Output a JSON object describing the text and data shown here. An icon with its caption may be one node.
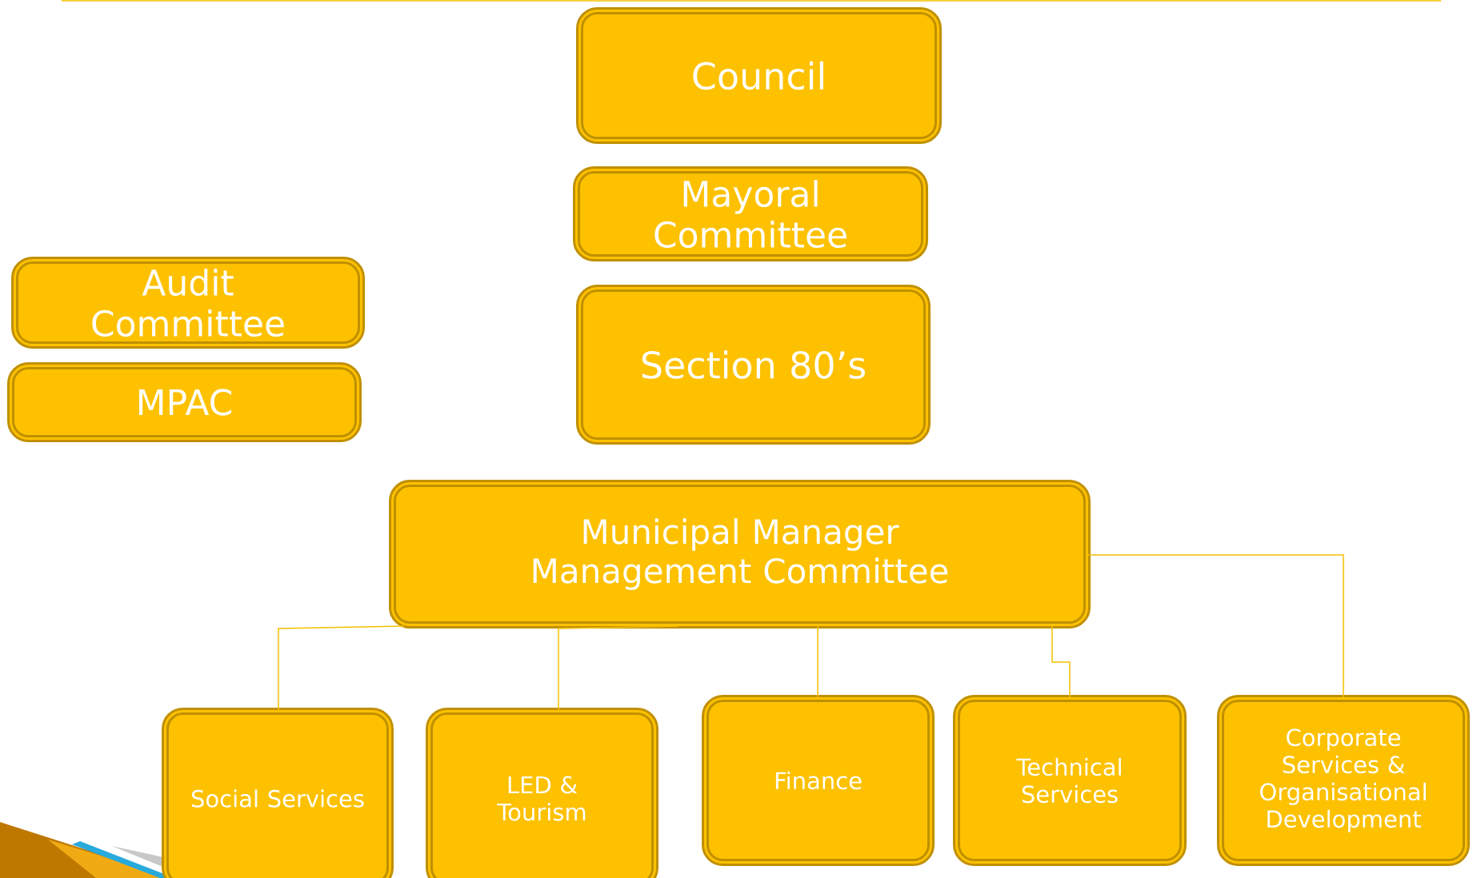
{
  "diagram": {
    "nodes": [
      {
        "text": [
          "Council"
        ]
      },
      {
        "text": [
          "Mayoral Committee"
        ]
      },
      {
        "text": [
          "Audit Committee"
        ]
      },
      {
        "text": [
          "MPAC"
        ]
      },
      {
        "text": [
          "Section 80’s"
        ]
      },
      {
        "text": [
          "Municipal Manager Management Committee"
        ]
      },
      {
        "text": [
          "Social Services"
        ]
      },
      {
        "text": [
          "LED & Tourism"
        ]
      },
      {
        "text": [
          "Finance"
        ]
      },
      {
        "text": [
          "Technical Services"
        ]
      },
      {
        "text": [
          "Corporate Services & Organisational Development"
        ]
      }
    ],
    "edges": [
      {
        "from": 5,
        "to": 6,
        "arrow": "none"
      },
      {
        "from": 5,
        "to": 7,
        "arrow": "none"
      },
      {
        "from": 5,
        "to": 8,
        "arrow": "none"
      },
      {
        "from": 5,
        "to": 9,
        "arrow": "none"
      },
      {
        "from": 5,
        "to": 10,
        "arrow": "none"
      }
    ]
  }
}
